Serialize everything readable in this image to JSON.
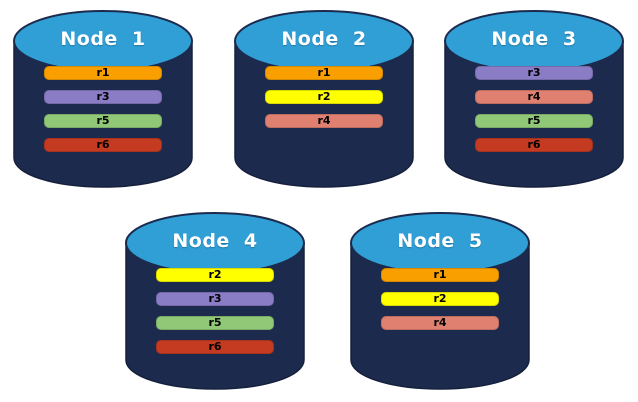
{
  "diagram": {
    "description": "Database nodes with replica placement",
    "colors": {
      "cylinder_body": "#1C2A4D",
      "cylinder_top": "#2F9FD6",
      "cylinder_outline": "#15203C",
      "title_text": "#FFFFFF",
      "bar_text": "#000000",
      "background": "#FFFFFF"
    },
    "replica_colors": {
      "r1": "#F9A000",
      "r2": "#FFFF00",
      "r3": "#8A7CC5",
      "r4": "#DF8070",
      "r5": "#90C878",
      "r6": "#C43B22"
    },
    "nodes": [
      {
        "label": "Node 1",
        "replicas": [
          "r1",
          "r3",
          "r5",
          "r6"
        ]
      },
      {
        "label": "Node 2",
        "replicas": [
          "r1",
          "r2",
          "r4"
        ]
      },
      {
        "label": "Node 3",
        "replicas": [
          "r3",
          "r4",
          "r5",
          "r6"
        ]
      },
      {
        "label": "Node 4",
        "replicas": [
          "r2",
          "r3",
          "r5",
          "r6"
        ]
      },
      {
        "label": "Node 5",
        "replicas": [
          "r1",
          "r2",
          "r4"
        ]
      }
    ]
  }
}
